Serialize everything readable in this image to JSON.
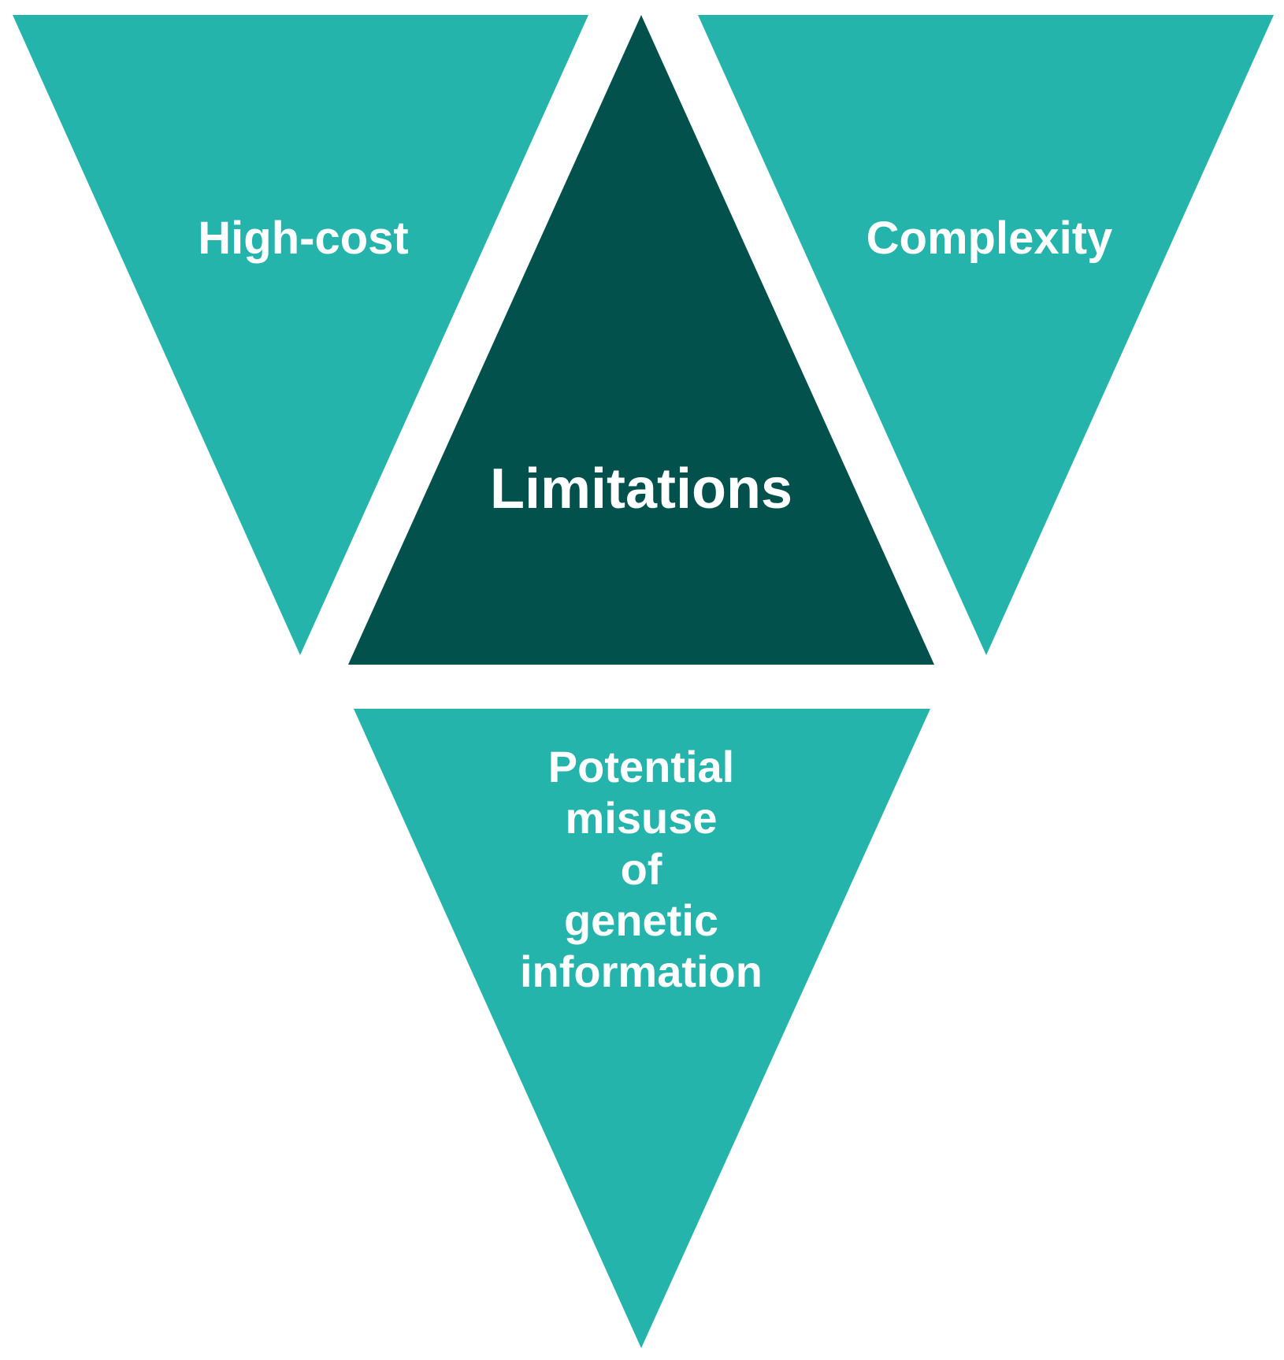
{
  "colors": {
    "outer_triangle": "#24b4ac",
    "center_triangle": "#02514c",
    "background": "#ffffff",
    "text": "#ffffff"
  },
  "triangles": {
    "top_left": {
      "label": "High-cost"
    },
    "top_right": {
      "label": "Complexity"
    },
    "center": {
      "label": "Limitations"
    },
    "bottom": {
      "label_lines": [
        "Potential",
        "misuse",
        "of",
        "genetic",
        "information"
      ]
    }
  }
}
